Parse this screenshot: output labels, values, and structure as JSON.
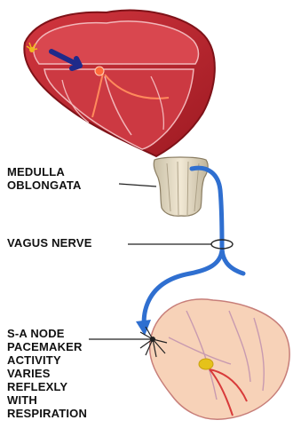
{
  "labels": {
    "medulla": [
      "MEDULLA",
      "OBLONGATA"
    ],
    "vagus": "VAGUS NERVE",
    "sa_node": [
      "S-A NODE",
      "PACEMAKER",
      "ACTIVITY",
      "VARIES",
      "REFLEXLY",
      "WITH",
      "RESPIRATION"
    ]
  },
  "colors": {
    "heart_outer": "#b8242c",
    "heart_inner": "#d9474f",
    "nerve": "#2f6fd0",
    "medulla": "#e8dcc2",
    "small_heart": "#f7d2b8",
    "arrow": "#1f2a8a",
    "sa_node_marker": "#e5c21a"
  },
  "icons": {
    "arrow": "arrow-icon",
    "ring": "nerve-ring-icon"
  }
}
